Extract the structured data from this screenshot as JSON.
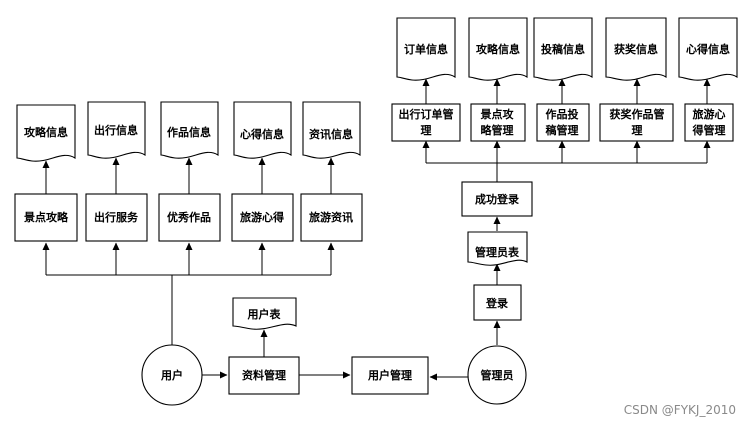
{
  "actors": {
    "user": "用户",
    "admin": "管理员"
  },
  "left": {
    "functions": [
      "景点攻略",
      "出行服务",
      "优秀作品",
      "旅游心得",
      "旅游资讯"
    ],
    "docs": [
      "攻略信息",
      "出行信息",
      "作品信息",
      "心得信息",
      "资讯信息"
    ]
  },
  "middle": {
    "profile": "资料管理",
    "user_table": "用户表",
    "user_mgmt": "用户管理"
  },
  "right": {
    "login": "登录",
    "admin_table": "管理员表",
    "login_success": "成功登录",
    "functions": [
      [
        "出行订单管",
        "理"
      ],
      [
        "景点攻",
        "略管理"
      ],
      [
        "作品投",
        "稿管理"
      ],
      [
        "获奖作品管",
        "理"
      ],
      [
        "旅游心",
        "得管理"
      ]
    ],
    "docs": [
      "订单信息",
      "攻略信息",
      "投稿信息",
      "获奖信息",
      "心得信息"
    ]
  },
  "watermark": "CSDN @FYKJ_2010"
}
